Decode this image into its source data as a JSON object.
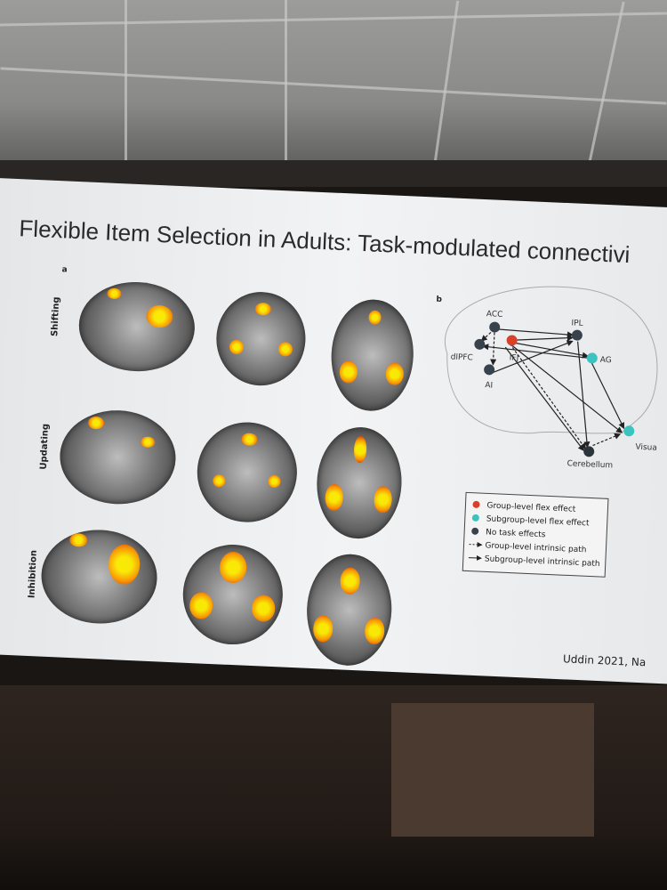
{
  "slide": {
    "title": "Flexible Item Selection in Adults: Task-modulated connectivi",
    "panel_a_label": "a",
    "panel_b_label": "b",
    "rows": [
      "Shifting",
      "Updating",
      "Inhibition"
    ],
    "citation": "Uddin 2021, Na",
    "network": {
      "nodes": [
        {
          "id": "ACC",
          "label": "ACC",
          "color": "#37424c"
        },
        {
          "id": "dlPFC",
          "label": "dlPFC",
          "color": "#37424c"
        },
        {
          "id": "IFJ",
          "label": "IFJ",
          "color": "#d8402a"
        },
        {
          "id": "AI",
          "label": "AI",
          "color": "#37424c"
        },
        {
          "id": "IPL",
          "label": "IPL",
          "color": "#37424c"
        },
        {
          "id": "AG",
          "label": "AG",
          "color": "#3bc3c0"
        },
        {
          "id": "Visual",
          "label": "Visua",
          "color": "#3bc3c0"
        },
        {
          "id": "Cerebellum",
          "label": "Cerebellum",
          "color": "#2b333b"
        }
      ],
      "legend": [
        {
          "label": "Group-level flex effect",
          "color": "#d8402a",
          "type": "dot"
        },
        {
          "label": "Subgroup-level flex effect",
          "color": "#3bc3c0",
          "type": "dot"
        },
        {
          "label": "No task effects",
          "color": "#37424c",
          "type": "dot"
        },
        {
          "label": "Group-level intrinsic path",
          "type": "dashed"
        },
        {
          "label": "Subgroup-level intrinsic path",
          "type": "solid"
        }
      ]
    }
  }
}
